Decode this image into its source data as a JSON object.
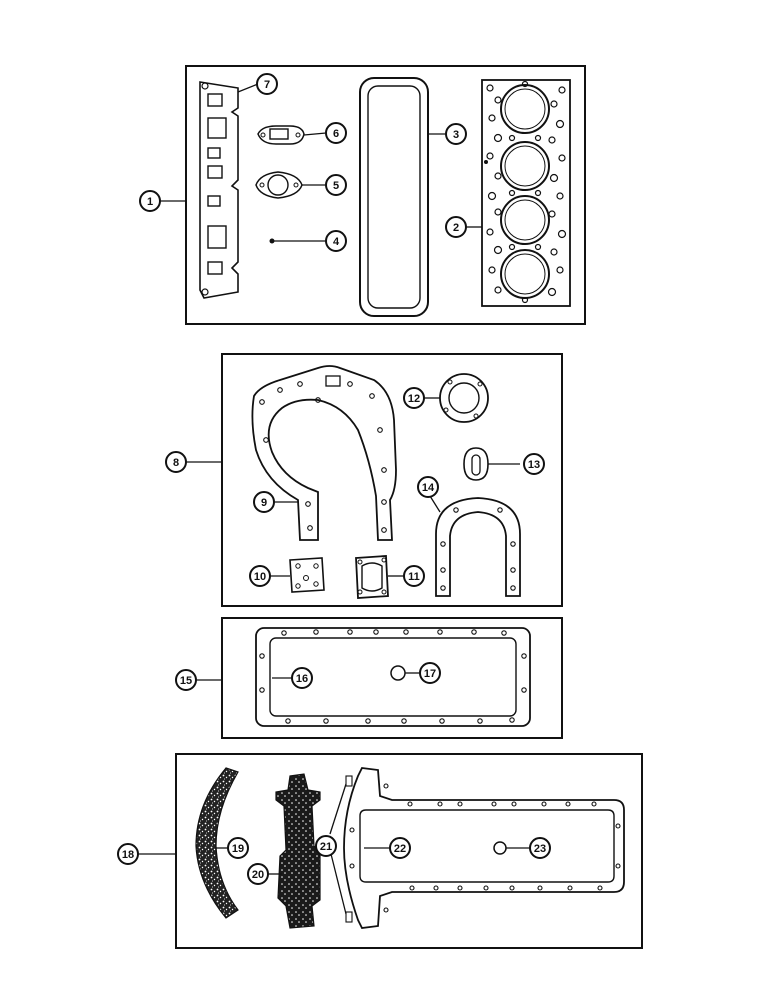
{
  "callouts": {
    "c1": "1",
    "c2": "2",
    "c3": "3",
    "c4": "4",
    "c5": "5",
    "c6": "6",
    "c7": "7",
    "c8": "8",
    "c9": "9",
    "c10": "10",
    "c11": "11",
    "c12": "12",
    "c13": "13",
    "c14": "14",
    "c15": "15",
    "c16": "16",
    "c17": "17",
    "c18": "18",
    "c19": "19",
    "c20": "20",
    "c21": "21",
    "c22": "22",
    "c23": "23"
  },
  "colors": {
    "ink": "#111111",
    "paper": "#ffffff"
  }
}
